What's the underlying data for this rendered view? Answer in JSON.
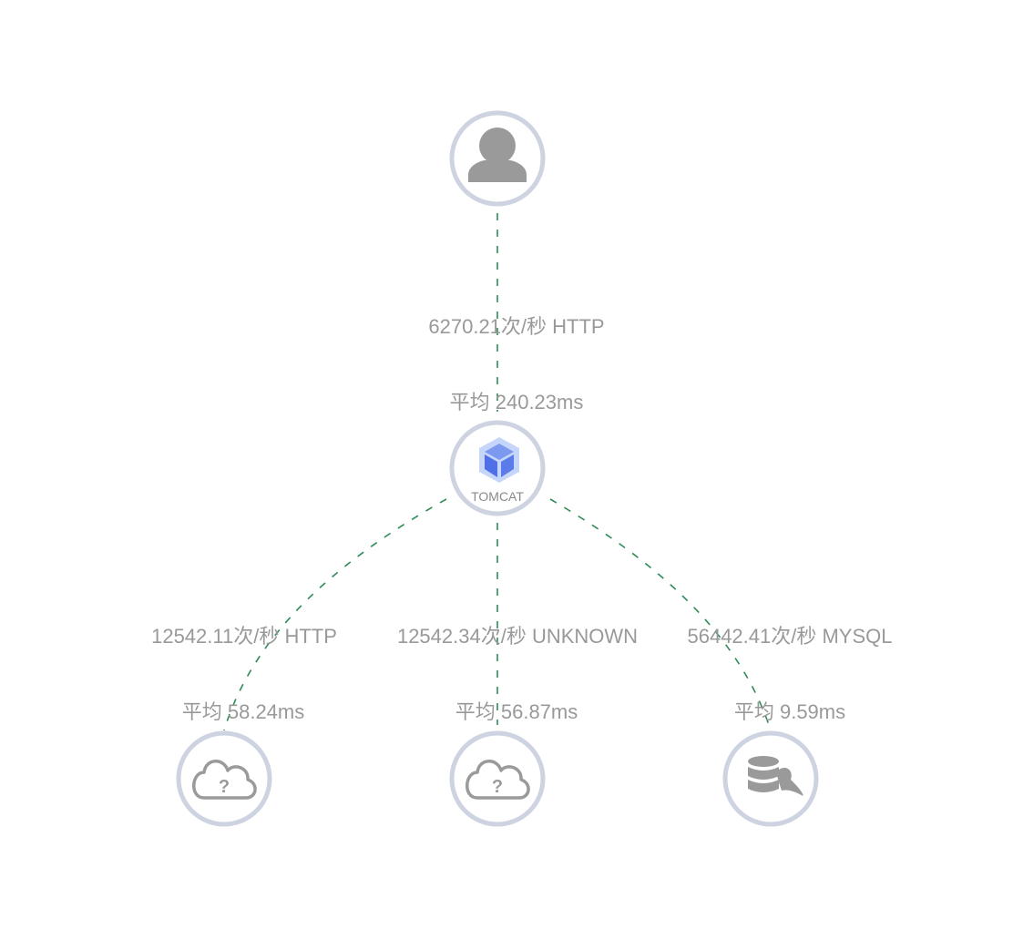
{
  "colors": {
    "edge": "#2e8b57",
    "node_ring": "#cdd3e0",
    "label_normal": "#999999",
    "label_alert": "#c0504d",
    "tomcat_icon": "#5b7bea"
  },
  "nodes": {
    "user": {
      "icon": "user-icon"
    },
    "tomcat": {
      "icon": "cube-icon",
      "label": "TOMCAT",
      "avg": "平均 240.23ms"
    },
    "http_backend": {
      "icon": "cloud-question-icon",
      "avg": "平均 58.24ms"
    },
    "unknown_backend": {
      "icon": "cloud-question-icon",
      "avg": "平均 56.87ms"
    },
    "mysql": {
      "icon": "database-icon",
      "avg": "平均 9.59ms",
      "status": "alert"
    }
  },
  "edges": {
    "user_to_tomcat": {
      "rate": "6270.21次/秒 HTTP"
    },
    "tomcat_to_http": {
      "rate": "12542.11次/秒 HTTP"
    },
    "tomcat_to_unknown": {
      "rate": "12542.34次/秒 UNKNOWN"
    },
    "tomcat_to_mysql": {
      "rate": "56442.41次/秒 MYSQL",
      "status": "alert"
    }
  }
}
